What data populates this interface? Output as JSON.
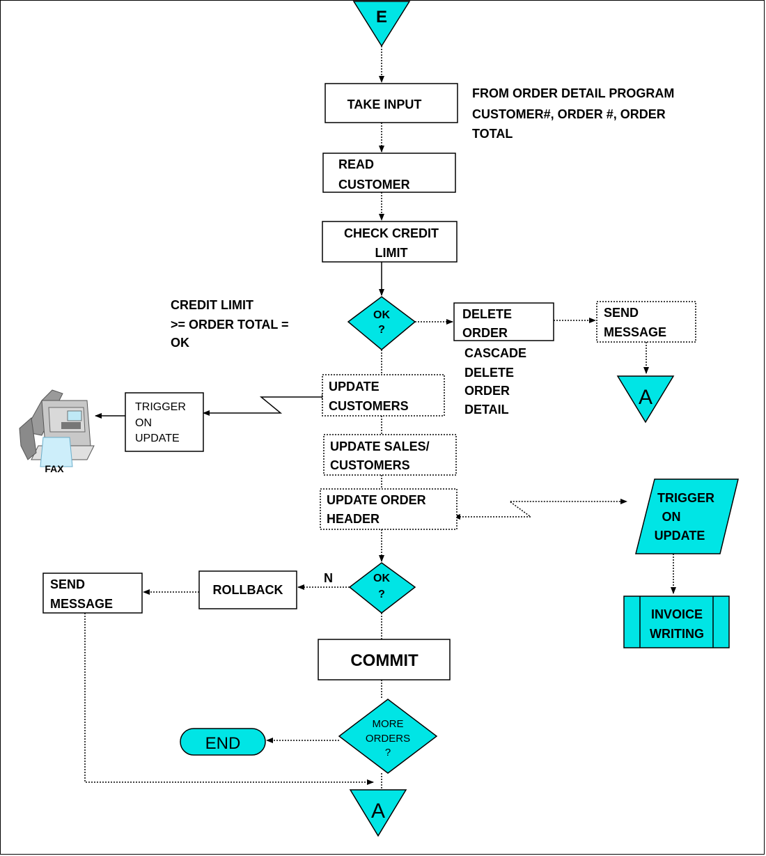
{
  "connectors": {
    "top": "E",
    "right": "A",
    "bottom": "A"
  },
  "steps": {
    "take_input": "TAKE INPUT",
    "read_customer": [
      "READ",
      "CUSTOMER"
    ],
    "check_credit": [
      "CHECK CREDIT",
      "LIMIT"
    ],
    "update_customers": [
      "UPDATE",
      "CUSTOMERS"
    ],
    "update_sales": [
      "UPDATE SALES/",
      "CUSTOMERS"
    ],
    "update_header": [
      "UPDATE ORDER",
      "HEADER"
    ],
    "commit": "COMMIT",
    "rollback": "ROLLBACK",
    "delete_order": [
      "DELETE",
      "ORDER"
    ],
    "send_message_right": [
      "SEND",
      "MESSAGE"
    ],
    "send_message_left": [
      "SEND",
      "MESSAGE"
    ],
    "trigger_fax": [
      "TRIGGER",
      "ON",
      "UPDATE"
    ],
    "trigger_invoice": [
      "TRIGGER",
      "ON",
      "UPDATE"
    ],
    "invoice_writing": [
      "INVOICE",
      "WRITING"
    ],
    "end": "END"
  },
  "decisions": {
    "ok1": [
      "OK",
      "?"
    ],
    "ok2": [
      "OK",
      "?"
    ],
    "more_orders": [
      "MORE",
      "ORDERS",
      "?"
    ],
    "no_label": "N"
  },
  "annotations": {
    "input_note": [
      "FROM ORDER DETAIL PROGRAM",
      "CUSTOMER#, ORDER #, ORDER",
      "TOTAL"
    ],
    "credit_note": [
      "CREDIT LIMIT",
      ">= ORDER TOTAL =",
      "OK"
    ],
    "cascade_note": [
      "CASCADE",
      "DELETE",
      "ORDER",
      "DETAIL"
    ],
    "fax_label": "FAX"
  },
  "colors": {
    "accent": "#00e5e5",
    "line": "#000000",
    "background": "#ffffff"
  }
}
